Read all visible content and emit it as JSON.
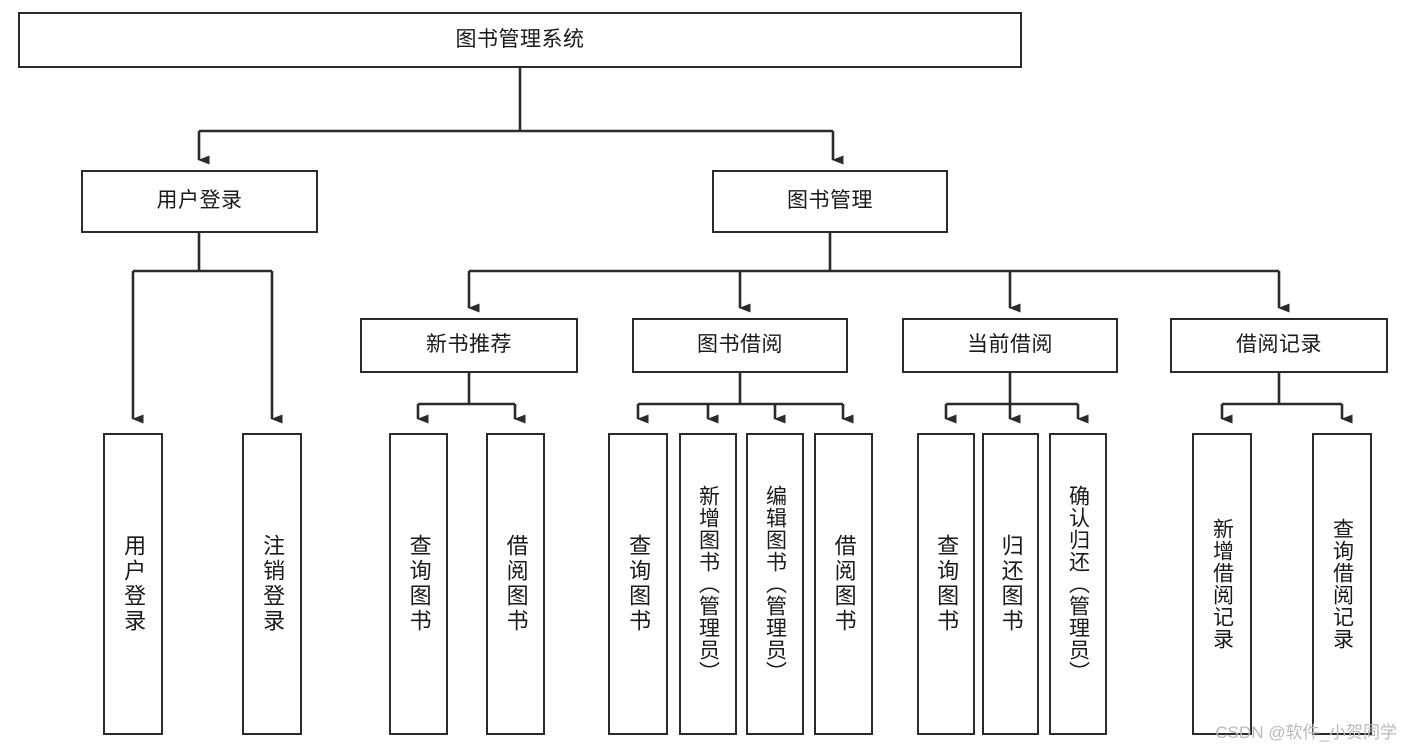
{
  "diagram": {
    "title": "图书管理系统",
    "type": "tree-hierarchy",
    "watermark": "CSDN @软件_小贺同学",
    "colors": {
      "background": "#ffffff",
      "box_border": "#2b2b2b",
      "box_fill": "#ffffff",
      "text": "#1a1a1a",
      "edge": "#2b2b2b",
      "watermark": "#b9b9b9"
    },
    "root": {
      "label": "图书管理系统",
      "orientation": "horizontal"
    },
    "level2": [
      {
        "label": "用户登录",
        "orientation": "horizontal"
      },
      {
        "label": "图书管理",
        "orientation": "horizontal"
      }
    ],
    "level3": [
      {
        "label": "新书推荐",
        "orientation": "horizontal"
      },
      {
        "label": "图书借阅",
        "orientation": "horizontal"
      },
      {
        "label": "当前借阅",
        "orientation": "horizontal"
      },
      {
        "label": "借阅记录",
        "orientation": "horizontal"
      }
    ],
    "leaves": {
      "user_login": [
        {
          "label": "用户登录",
          "orientation": "vertical"
        },
        {
          "label": "注销登录",
          "orientation": "vertical"
        }
      ],
      "new_book_recommend": [
        {
          "label": "查询图书",
          "orientation": "vertical"
        },
        {
          "label": "借阅图书",
          "orientation": "vertical"
        }
      ],
      "book_borrow": [
        {
          "label": "查询图书",
          "orientation": "vertical"
        },
        {
          "label": "新增图书（管理员）",
          "orientation": "vertical"
        },
        {
          "label": "编辑图书（管理员）",
          "orientation": "vertical"
        },
        {
          "label": "借阅图书",
          "orientation": "vertical"
        }
      ],
      "current_borrow": [
        {
          "label": "查询图书",
          "orientation": "vertical"
        },
        {
          "label": "归还图书",
          "orientation": "vertical"
        },
        {
          "label": "确认归还（管理员）",
          "orientation": "vertical"
        }
      ],
      "borrow_record": [
        {
          "label": "新增借阅记录",
          "orientation": "vertical"
        },
        {
          "label": "查询借阅记录",
          "orientation": "vertical"
        }
      ]
    }
  }
}
